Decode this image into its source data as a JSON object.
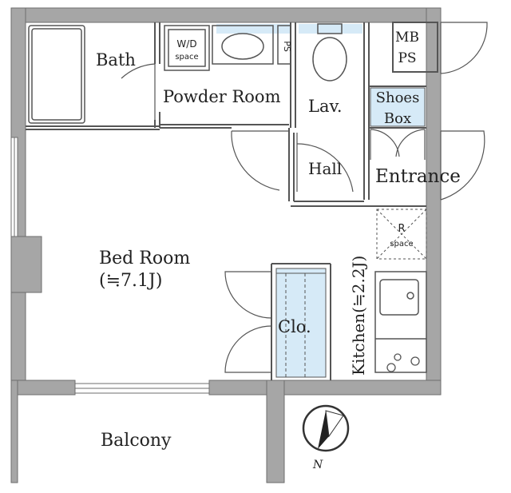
{
  "labels": {
    "bath": "Bath",
    "wd_line1": "W/D",
    "wd_line2": "space",
    "ps_small": "PS",
    "powder_room": "Powder Room",
    "lav": "Lav.",
    "mb": "MB",
    "ps": "PS",
    "shoes": "Shoes",
    "box": "Box",
    "hall": "Hall",
    "entrance": "Entrance",
    "bed_room": "Bed Room",
    "bed_room_area": "(≒7.1J)",
    "r": "R",
    "r_space": "space",
    "kitchen": "Kitchen(≒2.2J)",
    "closet": "Clo.",
    "balcony": "Balcony",
    "north": "N"
  },
  "colors": {
    "wall": "#a6a6a6",
    "wall_edge": "#6e6e6e",
    "line": "#555555",
    "storage": "#d6eaf7"
  },
  "icons": [
    "compass-icon",
    "bathtub-icon",
    "washbasin-icon",
    "toilet-icon",
    "sink-icon",
    "stove-icon",
    "window-icon"
  ]
}
